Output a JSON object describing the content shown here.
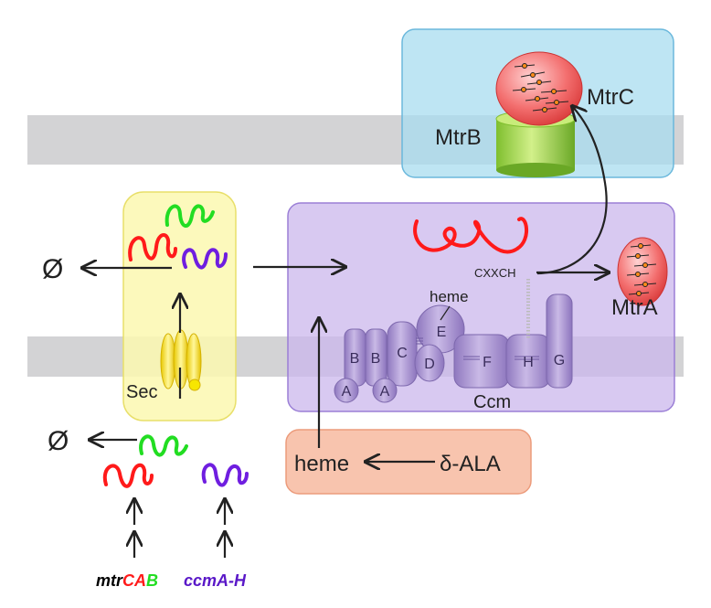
{
  "labels": {
    "mtrC": "MtrC",
    "mtrB": "MtrB",
    "mtrA": "MtrA",
    "sec": "Sec",
    "heme_ccm": "heme",
    "cxxch": "CXXCH",
    "ccm": "Ccm",
    "heme_synth": "heme",
    "ala": "δ-ALA",
    "gene_mtr_prefix": "mtr",
    "gene_mtr_c": "C",
    "gene_mtr_a": "A",
    "gene_mtr_b": "B",
    "gene_ccm": "ccmA-H",
    "null_upper": "Ø",
    "null_lower": "Ø"
  },
  "ccm_subunits": {
    "A1": "A",
    "A2": "A",
    "B1": "B",
    "B2": "B",
    "C": "C",
    "D": "D",
    "E": "E",
    "F": "F",
    "G": "G",
    "H": "H"
  },
  "colors": {
    "membrane": "#d3d3d5",
    "outer_box": "#a8dcef",
    "outer_box_stroke": "#6bb8dc",
    "periplasm_box": "#cbb7ec",
    "periplasm_box_stroke": "#9b7fd6",
    "cytoplasm_box": "#fbf8b0",
    "cytoplasm_box_stroke": "#e8df6a",
    "heme_box": "#f8c4ae",
    "heme_box_stroke": "#ec9b7b",
    "mrna_mtrA": "#ff1a1a",
    "mrna_mtrB": "#22dd22",
    "mrna_ccm": "#6f1ee0",
    "cytochrome": "#f36f6f",
    "mtrB_barrel": "#a8d85a",
    "sec_yellow": "#f7e600",
    "ccm_protein": "#a892cf",
    "gene_mtr": "#000000",
    "gene_ccm": "#5a18c8"
  }
}
